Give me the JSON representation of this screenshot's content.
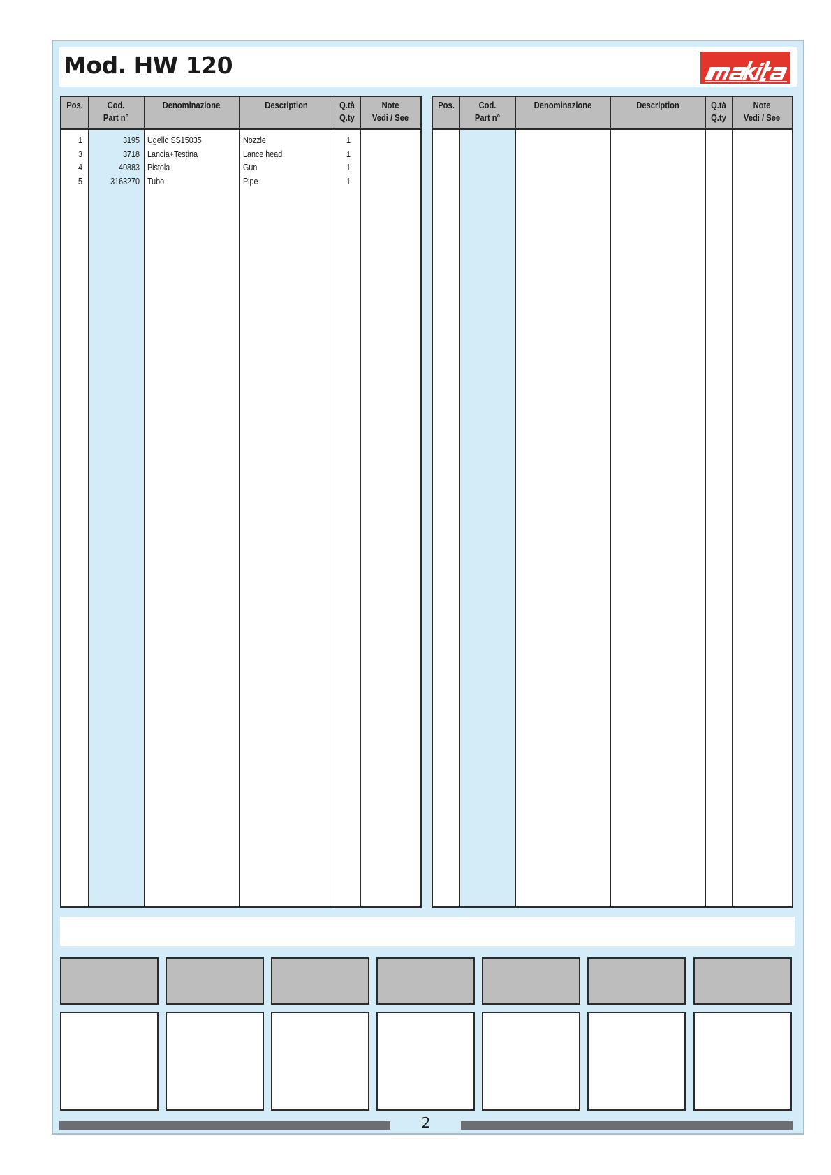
{
  "header": {
    "title": "Mod. HW 120",
    "brand_logo": "makita",
    "brand_color": "#e4352d"
  },
  "columns": {
    "pos": "Pos.",
    "cod_1": "Cod.",
    "cod_2": "Part n°",
    "denominazione": "Denominazione",
    "description": "Description",
    "qty_1": "Q.tà",
    "qty_2": "Q.ty",
    "note_1": "Note",
    "note_2": "Vedi / See"
  },
  "parts": [
    {
      "pos": "1",
      "cod": "3195",
      "denominazione": "Ugello SS15035",
      "description": "Nozzle",
      "qty": "1"
    },
    {
      "pos": "3",
      "cod": "3718",
      "denominazione": "Lancia+Testina",
      "description": "Lance head",
      "qty": "1"
    },
    {
      "pos": "4",
      "cod": "40883",
      "denominazione": "Pistola",
      "description": "Gun",
      "qty": "1"
    },
    {
      "pos": "5",
      "cod": "3163270",
      "denominazione": "Tubo",
      "description": "Pipe",
      "qty": "1"
    }
  ],
  "footer": {
    "page_number": "2"
  },
  "colors": {
    "panel_background": "#d3ecf8",
    "header_grey": "#bdbdbd",
    "footer_bar": "#6b6e72"
  }
}
